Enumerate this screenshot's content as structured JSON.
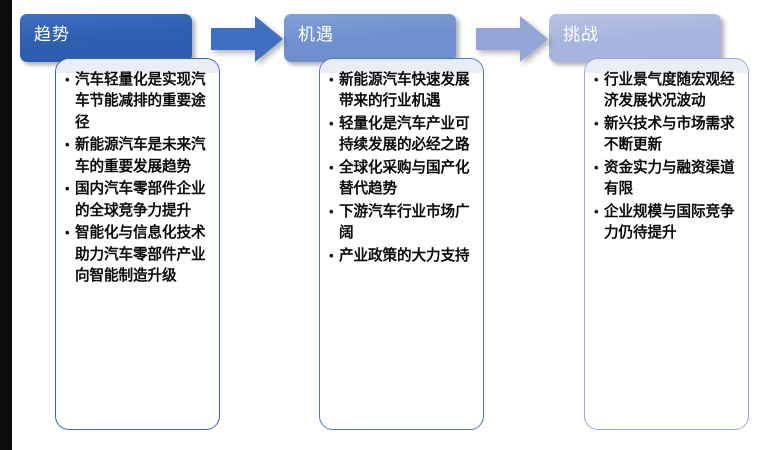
{
  "diagram": {
    "type": "process-flow",
    "title": "",
    "direction": "left-to-right",
    "columns": [
      {
        "id": "trend",
        "header": "趋势",
        "header_color": "#2f5fb0",
        "border_color": "#3a63ab",
        "bullets": [
          "汽车轻量化是实现汽车节能减排的重要途径",
          "新能源汽车是未来汽车的重要发展趋势",
          "国内汽车零部件企业的全球竞争力提升",
          "智能化与信息化技术助力汽车零部件产业向智能制造升级"
        ]
      },
      {
        "id": "opportunity",
        "header": "机遇",
        "header_color": "#6f90cf",
        "border_color": "#4f79bd",
        "bullets": [
          "新能源汽车快速发展带来的行业机遇",
          "轻量化是汽车产业可持续发展的必经之路",
          "全球化采购与国产化替代趋势",
          "下游汽车行业市场广阔",
          "产业政策的大力支持"
        ]
      },
      {
        "id": "challenge",
        "header": "挑战",
        "header_color": "#a7b4dd",
        "border_color": "#9aa8d6",
        "bullets": [
          "行业景气度随宏观经济发展状况波动",
          "新兴技术与市场需求不断更新",
          "资金实力与融资渠道有限",
          "企业规模与国际竞争力仍待提升"
        ]
      }
    ],
    "arrows": [
      {
        "id": "arrow-trend-to-opportunity",
        "color": "#3f6fc0",
        "direction": "right"
      },
      {
        "id": "arrow-opportunity-to-challenge",
        "color": "#93a6d7",
        "direction": "right"
      }
    ]
  }
}
